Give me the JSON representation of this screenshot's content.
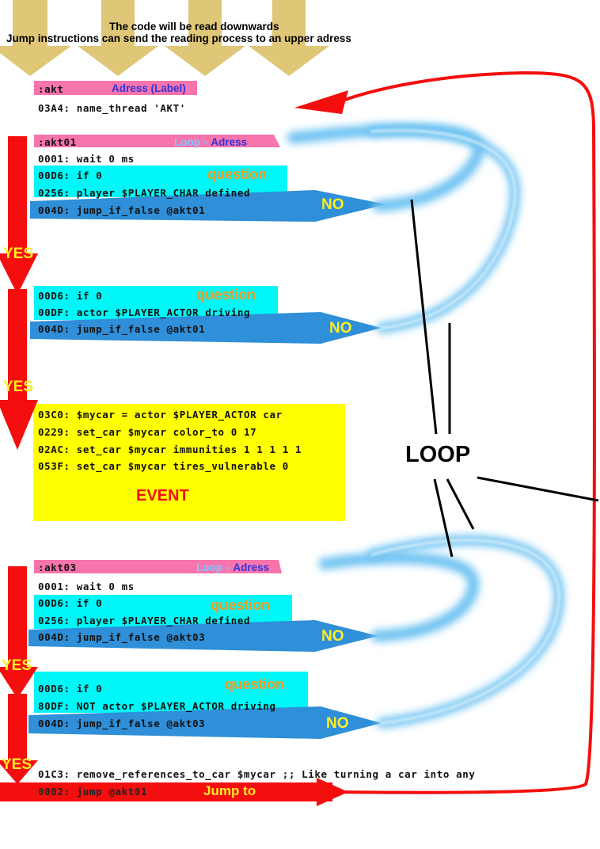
{
  "header": {
    "line1": "The code will be read downwards",
    "line2": "Jump instructions can send the reading process to an upper adress"
  },
  "blocks": {
    "akt": {
      "label": ":akt",
      "caption": "Adress (Label)"
    },
    "akt_line": "03A4: name_thread 'AKT'",
    "akt01": {
      "label": ":akt01",
      "caption_a": "Loop",
      "caption_sep": "-",
      "caption_b": "Adress"
    },
    "section1": {
      "lines": [
        "0001: wait 0 ms",
        "00D6: if 0",
        "0256: player $PLAYER_CHAR defined",
        "004D: jump_if_false  @akt01"
      ],
      "question": "question",
      "no": "NO"
    },
    "yes1": "YES",
    "section2": {
      "lines": [
        "00D6: if 0",
        "00DF: actor $PLAYER_ACTOR driving",
        "004D: jump_if_false  @akt01"
      ],
      "question": "question",
      "no": "NO"
    },
    "yes2": "YES",
    "event": {
      "lines": [
        "03C0: $mycar = actor $PLAYER_ACTOR car",
        "0229: set_car $mycar color_to 0 17",
        "02AC: set_car $mycar immunities 1 1 1 1 1",
        "053F: set_car $mycar tires_vulnerable 0"
      ],
      "label": "EVENT"
    },
    "loop": "LOOP",
    "akt03": {
      "label": ":akt03",
      "caption_a": "Loop",
      "caption_sep": "-",
      "caption_b": "Adress"
    },
    "section3": {
      "lines": [
        "0001: wait 0 ms",
        "00D6: if 0",
        "0256: player $PLAYER_CHAR defined",
        "004D: jump_if_false  @akt03"
      ],
      "question": "question",
      "no": "NO"
    },
    "yes3": "YES",
    "section4": {
      "lines": [
        "00D6: if 0",
        "80DF: NOT actor $PLAYER_ACTOR driving",
        "004D: jump_if_false  @akt03"
      ],
      "question": "question",
      "no": "NO"
    },
    "yes4": "YES",
    "final": {
      "line1": "01C3: remove_references_to_car $mycar ;; Like turning a car into any",
      "line2": "0002: jump  @akt01",
      "jump_label": "Jump to"
    }
  },
  "colors": {
    "pink": "#f774ad",
    "cyan": "#00f7f7",
    "yellow": "#ffff00",
    "red": "#f40e0e",
    "blue_arrow": "#2f8fd8",
    "loop_blue": "#6ec3f2",
    "tan_arrow": "#dfc777"
  }
}
